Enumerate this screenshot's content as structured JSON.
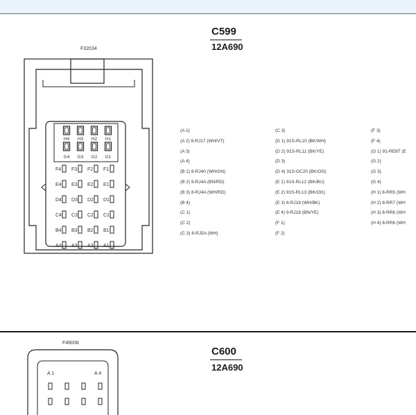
{
  "top_band": "",
  "connector1": {
    "name": "C599",
    "part": "12A690",
    "face_code": "F32034",
    "top_labels": [
      "H4",
      "H3",
      "H2",
      "H1"
    ],
    "mid_labels": [
      "G4",
      "G3",
      "G2",
      "G1"
    ],
    "pin_rows": [
      [
        "F4",
        "F3",
        "F2",
        "F1"
      ],
      [
        "E4",
        "E3",
        "E2",
        "E1"
      ],
      [
        "D4",
        "D3",
        "D2",
        "D1"
      ],
      [
        "C4",
        "C3",
        "C2",
        "C1"
      ],
      [
        "B4",
        "B3",
        "B2",
        "B1"
      ],
      [
        "A4",
        "A3",
        "A2",
        "A1"
      ]
    ],
    "pinout": {
      "col1": [
        "(A 1)",
        "(A 2)  8-RJ17 (WH/VT)",
        "(A 3)",
        "(A 4)",
        "(B 1)  8-RJ40 (WH/GN)",
        "(B 2)  9-RJ4A (BN/RD)",
        "(B 3)  8-RJ4A (WH/RD)",
        "(B 4)",
        "(C 1)",
        "(C 2)",
        "(C 3)  8-RJ5A (WH)"
      ],
      "col2": [
        "(C 3)",
        "(D 1)  91S-RL10 (BK/WH)",
        "(D 2)  91S-RL11 (BK/YE)",
        "(D 3)",
        "(D 4)  31S-GC20 (BK/OG)",
        "(E 1)  91S-RL12 (BK/BU)",
        "(E 2)  91S-RL13 (BK/OG)",
        "(E 3)  8-RJ18 (WH/BK)",
        "(E 4)  9-RJ18 (BN/YE)",
        "(F 1)",
        "(F 2)"
      ],
      "col3": [
        "(F 3)",
        "(F 4)",
        "(G 1)  91-RE8T (E",
        "(G 2)",
        "(G 3)",
        "(G 4)",
        "(H 1)  8-RR5 (WH",
        "(H 2)  8-RR7 (WH",
        "(H 3)  8-RR8 (WH",
        "(H 4)  8-RR6 (WH"
      ]
    }
  },
  "connector2": {
    "name": "C600",
    "part": "12A690",
    "face_code": "F46008",
    "corner_left": "A 1",
    "corner_right": "A 4"
  }
}
